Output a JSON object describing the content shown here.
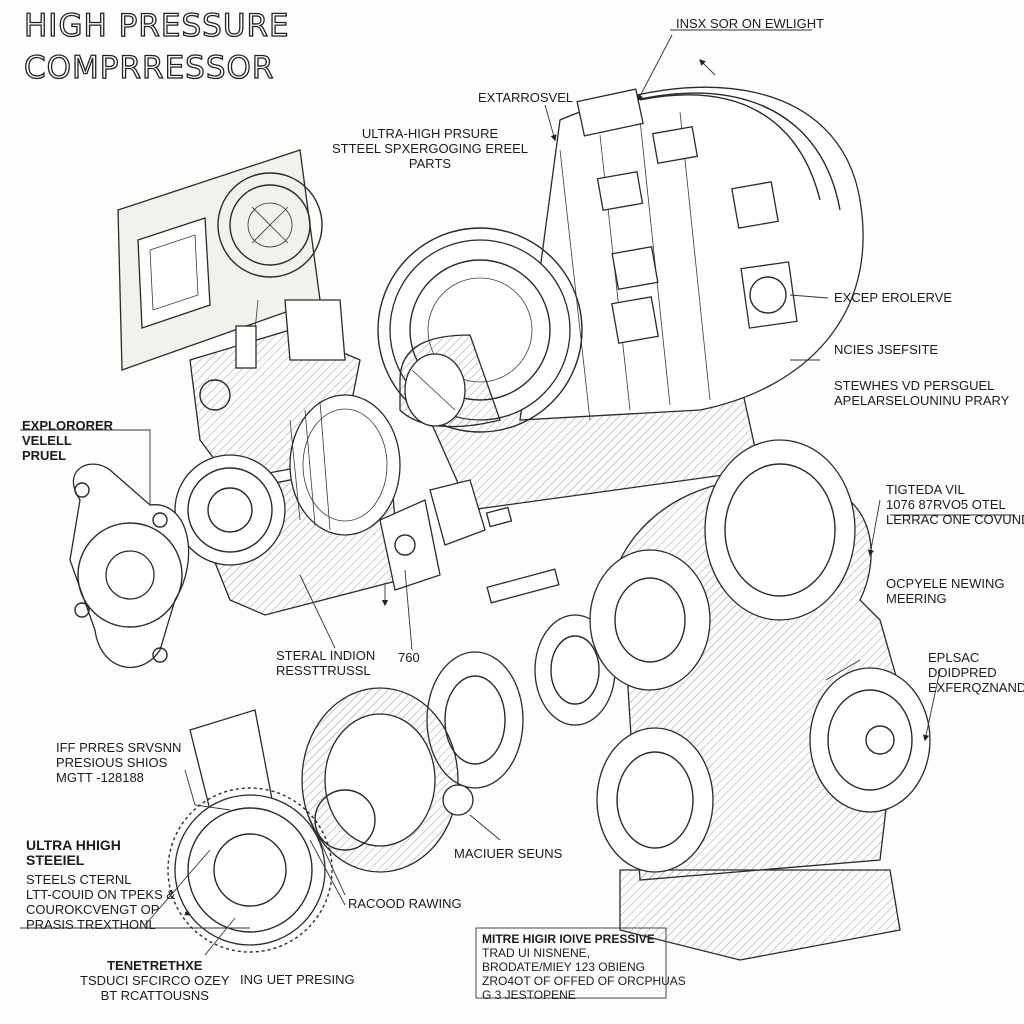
{
  "title": {
    "line1": "HIGH PRESSURE",
    "line2": "COMPRRESSOR"
  },
  "labels": {
    "insx": "INSX SOR ON EWLIGHT",
    "extarrosvel": "EXTARROSVEL",
    "ultra_high_prsure": [
      "ULTRA-HIGH PRSURE",
      "STTEEL SPXERGOGING EREEL",
      "PARTS"
    ],
    "excep": "EXCEP EROLERVE",
    "ncies": "NCIES JSEFSITE",
    "stewhes": [
      "STEWHES VD PERSGUEL",
      "APELARSELOUNINU PRARY"
    ],
    "explororer": [
      "EXPLORORER",
      "VELELL",
      "PRUEL"
    ],
    "tigted": [
      "TIGTEDA VIL",
      "1076 87RVO5 OTEL",
      "LERRAC ONE COVUND"
    ],
    "ocpyele": [
      "OCPYELE NEWING",
      "MEERING"
    ],
    "eplsac": [
      "EPLSAC",
      "DOIDPRED",
      "EXFERQZNAND"
    ],
    "steral": [
      "STERAL INDION",
      "RESSTTRUSSL"
    ],
    "num_760": "760",
    "iff_pres": [
      "IFF PRRES SRVSNN",
      "PRESIOUS SHIOS",
      "MGTT -128188"
    ],
    "ultra_high_steel": [
      "ULTRA HHIGH",
      "STEEIEL"
    ],
    "steels": [
      "STEELS CTERNL",
      "LTT-COUID ON TPEKS &",
      "COUROKCVENGT OP",
      "PRASIS TREXTHONL"
    ],
    "maciuer": "MACIUER SEUNS",
    "racod": "RACOOD RAWING",
    "tenetre": [
      "TENETRETHXE",
      "TSDUCI SFCIRCO OZEY",
      "BT RCATTOUSNS"
    ],
    "ing_uet": "ING UET PRESING",
    "mitre": [
      "MITRE HIGIR IOIVE PRESSIVE",
      "TRAD UI NISNENE,",
      "BRODATE/MIEY 123 OBIENG",
      "ZRO4OT OF OFFED OF ORCPHUAS",
      "G 3 JESTOPENE"
    ]
  }
}
